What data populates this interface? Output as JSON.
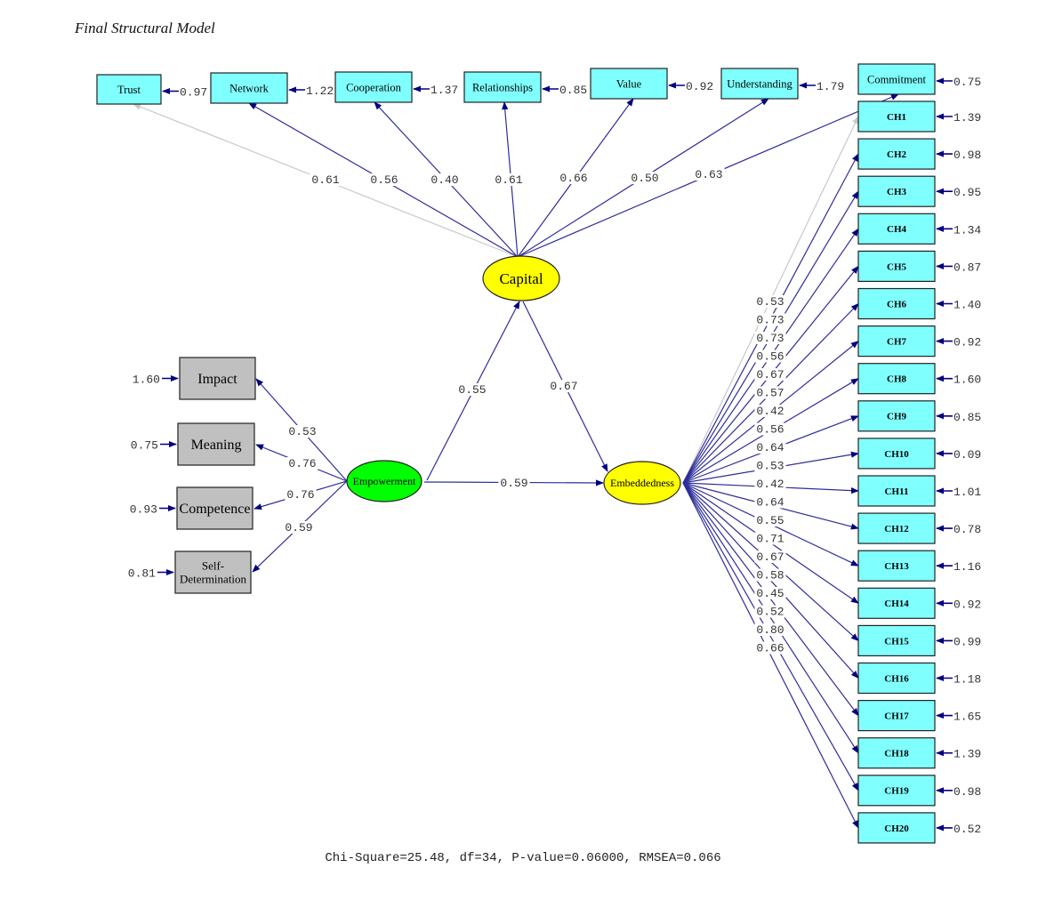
{
  "title": "Final Structural Model",
  "colors": {
    "indicator_fill": "#80FFFF",
    "empowerment_indicator_fill": "#C0C0C0",
    "latent_capital_fill": "#FFFF00",
    "latent_embeddedness_fill": "#FFFF00",
    "latent_empowerment_fill": "#00FF00",
    "path_color": "#2E2E9A",
    "fixed_path_color": "#C8C8C8",
    "arrowhead_color": "#000080"
  },
  "latents": {
    "capital": "Capital",
    "embeddedness": "Embeddedness",
    "empowerment": "Empowerment"
  },
  "capital_indicators": [
    {
      "label": "Trust",
      "loading": "0.61",
      "error": "0.97",
      "fixed": true
    },
    {
      "label": "Network",
      "loading": "0.56",
      "error": "1.22"
    },
    {
      "label": "Cooperation",
      "loading": "0.40",
      "error": "1.37"
    },
    {
      "label": "Relationships",
      "loading": "0.61",
      "error": "0.85"
    },
    {
      "label": "Value",
      "loading": "0.66",
      "error": "0.92"
    },
    {
      "label": "Understanding",
      "loading": "0.50",
      "error": "1.79"
    },
    {
      "label": "Commitment",
      "loading": "0.63",
      "error": "0.75"
    }
  ],
  "empowerment_indicators": [
    {
      "label": "Impact",
      "loading": "0.53",
      "error": "1.60"
    },
    {
      "label": "Meaning",
      "loading": "0.76",
      "error": "0.75"
    },
    {
      "label": "Competence",
      "loading": "0.76",
      "error": "0.93"
    },
    {
      "label": "Self-\nDetermination",
      "loading": "0.59",
      "error": "0.81"
    }
  ],
  "embeddedness_indicators": [
    {
      "label": "CH1",
      "loading": "0.53",
      "error": "1.39",
      "fixed": true
    },
    {
      "label": "CH2",
      "loading": "0.73",
      "error": "0.98"
    },
    {
      "label": "CH3",
      "loading": "0.73",
      "error": "0.95"
    },
    {
      "label": "CH4",
      "loading": "0.56",
      "error": "1.34"
    },
    {
      "label": "CH5",
      "loading": "0.67",
      "error": "0.87"
    },
    {
      "label": "CH6",
      "loading": "0.57",
      "error": "1.40"
    },
    {
      "label": "CH7",
      "loading": "0.42",
      "error": "0.92"
    },
    {
      "label": "CH8",
      "loading": "0.56",
      "error": "1.60"
    },
    {
      "label": "CH9",
      "loading": "0.64",
      "error": "0.85"
    },
    {
      "label": "CH10",
      "loading": "0.53",
      "error": "0.09"
    },
    {
      "label": "CH11",
      "loading": "0.42",
      "error": "1.01"
    },
    {
      "label": "CH12",
      "loading": "0.64",
      "error": "0.78"
    },
    {
      "label": "CH13",
      "loading": "0.55",
      "error": "1.16"
    },
    {
      "label": "CH14",
      "loading": "0.71",
      "error": "0.92"
    },
    {
      "label": "CH15",
      "loading": "0.67",
      "error": "0.99"
    },
    {
      "label": "CH16",
      "loading": "0.58",
      "error": "1.18"
    },
    {
      "label": "CH17",
      "loading": "0.45",
      "error": "1.65"
    },
    {
      "label": "CH18",
      "loading": "0.52",
      "error": "1.39"
    },
    {
      "label": "CH19",
      "loading": "0.80",
      "error": "0.98"
    },
    {
      "label": "CH20",
      "loading": "0.66",
      "error": "0.52"
    }
  ],
  "structural_paths": {
    "empowerment_to_capital": "0.55",
    "capital_to_embeddedness": "0.67",
    "empowerment_to_embeddedness": "0.59"
  },
  "fit_statistics": "Chi-Square=25.48, df=34, P-value=0.06000, RMSEA=0.066"
}
